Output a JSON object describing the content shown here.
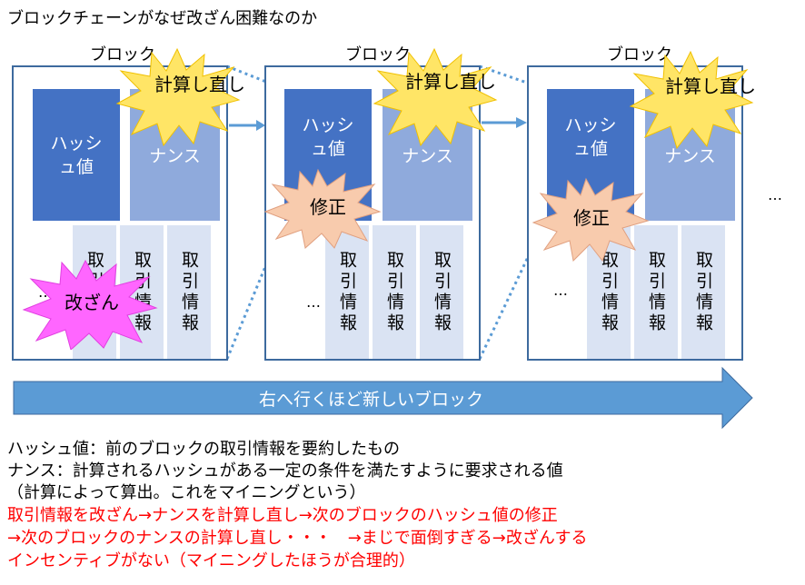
{
  "title": "ブロックチェーンがなぜ改ざん困難なのか",
  "block_label": "ブロック",
  "hash_label": "ハッシュ値",
  "nonce_label": "ナンス",
  "tx_label": "取引情報",
  "ellipsis": "…",
  "recalc_label": "計算し直し",
  "fix_label": "修正",
  "tamper_label": "改ざん",
  "arrow_label": "右へ行くほど新しいブロック",
  "desc": {
    "line1": "ハッシュ値：前のブロックの取引情報を要約したもの",
    "line2": "ナンス：計算されるハッシュがある一定の条件を満たすように要求される値",
    "line3": "（計算によって算出。これをマイニングという）",
    "line4": "取引情報を改ざん→ナンスを計算し直し→次のブロックのハッシュ値の修正",
    "line5": "→次のブロックのナンスの計算し直し・・・　→まじで面倒すぎる→改ざんする",
    "line6": "インセンティブがない（マイニングしたほうが合理的）"
  },
  "colors": {
    "hash": "#4472c4",
    "nonce": "#8faadc",
    "tx": "#dae3f3",
    "burst_yellow": "#ffe566",
    "burst_orange": "#f8cbad",
    "burst_pink": "#ff66ff",
    "arrow": "#5b9bd5",
    "red_text": "#ff0000"
  }
}
